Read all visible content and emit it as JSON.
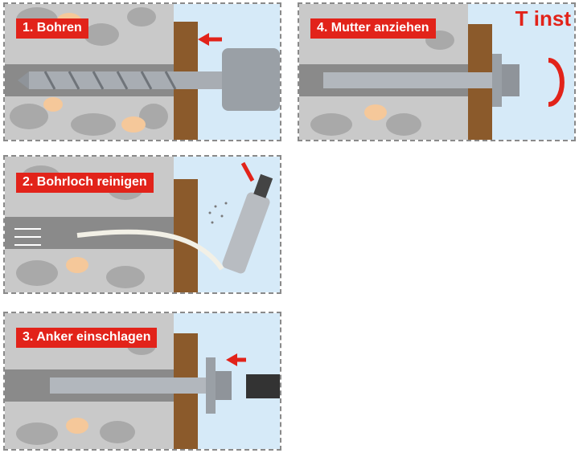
{
  "steps": [
    {
      "number": "1",
      "label": "1. Bohren"
    },
    {
      "number": "2",
      "label": "2. Bohrloch reinigen"
    },
    {
      "number": "3",
      "label": "3. Anker einschlagen"
    },
    {
      "number": "4",
      "label": "4. Mutter anziehen"
    }
  ],
  "torque_label": "T inst",
  "colors": {
    "label_bg": "#e2231a",
    "arrow": "#e2231a",
    "wood": "#8b5a2b",
    "air": "#d6eaf8",
    "concrete": "#c9c9c9",
    "steel": "#a8adb3"
  }
}
